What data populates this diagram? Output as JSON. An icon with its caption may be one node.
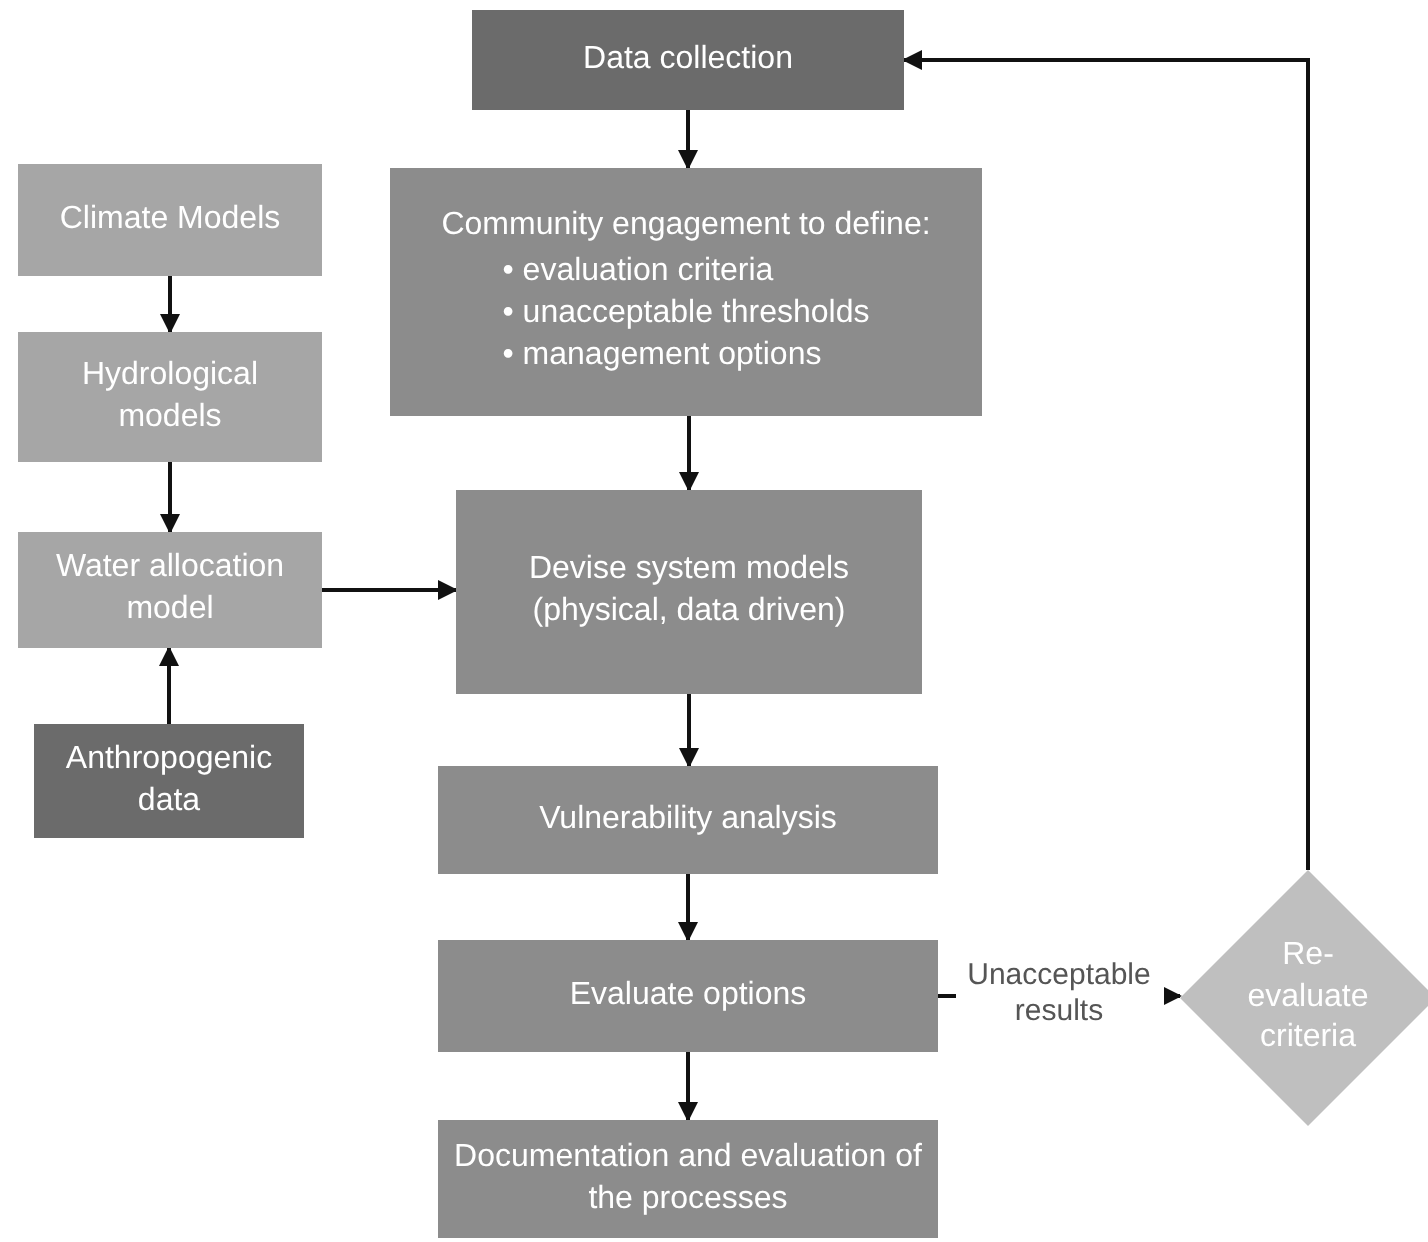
{
  "diagram": {
    "nodes": [
      {
        "text": [
          "Data collection"
        ]
      },
      {
        "text": [
          "Community engagement to define:",
          "• evaluation criteria",
          "• unacceptable thresholds",
          "• management options"
        ]
      },
      {
        "text": [
          "Climate Models"
        ]
      },
      {
        "text": [
          "Hydrological models"
        ]
      },
      {
        "text": [
          "Water allocation model"
        ]
      },
      {
        "text": [
          "Anthropogenic data"
        ]
      },
      {
        "text": [
          "Devise system models (physical, data driven)"
        ]
      },
      {
        "text": [
          "Vulnerability analysis"
        ]
      },
      {
        "text": [
          "Evaluate options"
        ]
      },
      {
        "text": [
          "Documentation and evaluation of the processes"
        ]
      },
      {
        "text": [
          "Re-evaluate criteria"
        ]
      }
    ],
    "edges": [
      {
        "from": 0,
        "to": 1,
        "arrow": "to"
      },
      {
        "from": 2,
        "to": 3,
        "arrow": "to"
      },
      {
        "from": 3,
        "to": 4,
        "arrow": "to"
      },
      {
        "from": 5,
        "to": 4,
        "arrow": "to"
      },
      {
        "from": 4,
        "to": 6,
        "arrow": "to"
      },
      {
        "from": 1,
        "to": 6,
        "arrow": "to"
      },
      {
        "from": 6,
        "to": 7,
        "arrow": "to"
      },
      {
        "from": 7,
        "to": 8,
        "arrow": "to"
      },
      {
        "from": 8,
        "to": 9,
        "arrow": "to"
      },
      {
        "from": 8,
        "to": 10,
        "arrow": "to",
        "label": "Unacceptable results"
      },
      {
        "from": 10,
        "to": 0,
        "arrow": "to"
      }
    ]
  }
}
